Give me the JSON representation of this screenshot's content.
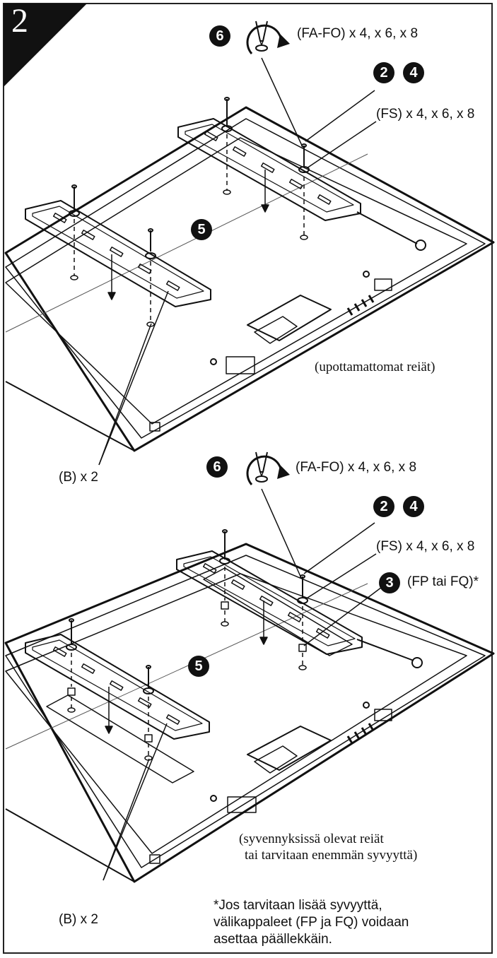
{
  "step": {
    "number": "2"
  },
  "panel_top": {
    "screw_label": "(FA-FO) x 4, x 6, x 8",
    "washer_label": "(FS) x 4, x 6, x 8",
    "bracket_label": "(B) x 2",
    "hole_note": "(upottamattomat reiät)",
    "badges": {
      "screw": "6",
      "washer_a": "2",
      "washer_b": "4",
      "bracket": "5"
    }
  },
  "panel_bottom": {
    "screw_label": "(FA-FO) x 4, x 6, x 8",
    "washer_label": "(FS) x 4, x 6, x 8",
    "spacer_label": "(FP tai FQ)*",
    "bracket_label": "(B) x 2",
    "hole_note_line1": "(syvennyksissä olevat reiät",
    "hole_note_line2": "tai tarvitaan enemmän syvyyttä)",
    "badges": {
      "screw": "6",
      "washer_a": "2",
      "washer_b": "4",
      "spacer": "3",
      "bracket": "5"
    }
  },
  "footnote": {
    "line1": "*Jos tarvitaan lisää syvyyttä,",
    "line2": "välikappaleet (FP ja FQ) voidaan",
    "line3": "asettaa päällekkäin."
  }
}
